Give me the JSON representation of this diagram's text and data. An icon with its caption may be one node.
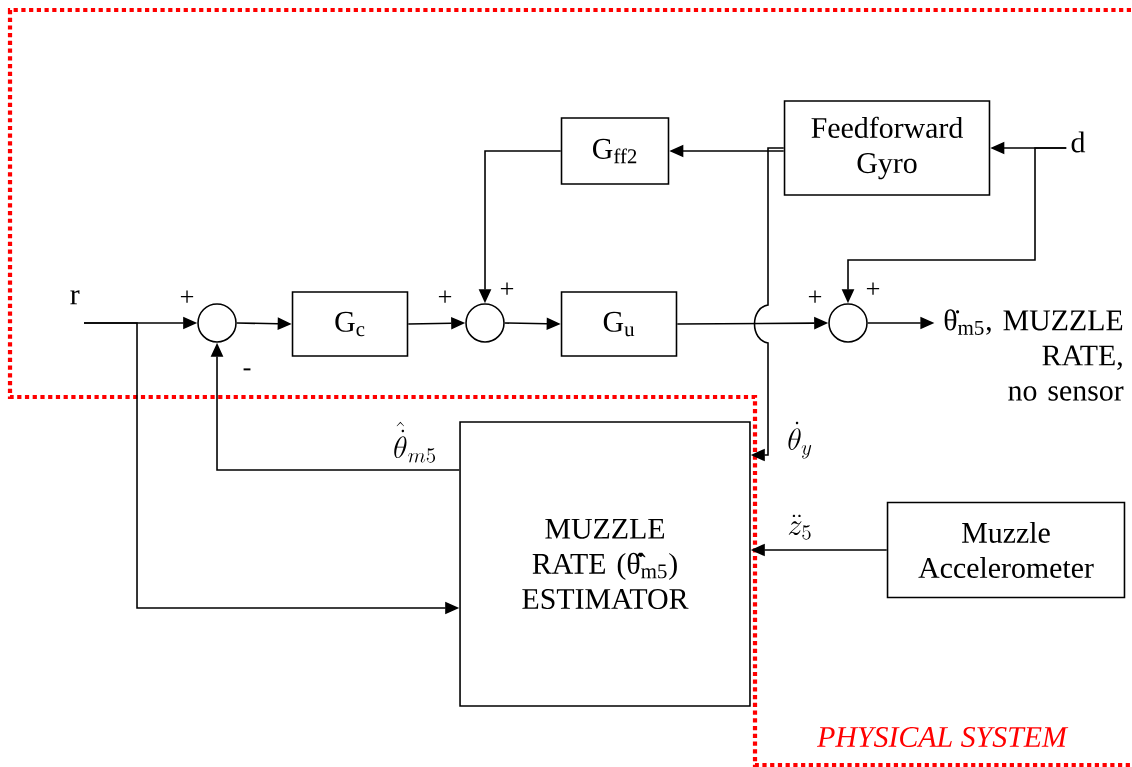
{
  "diagram": {
    "nodes": [
      {
        "text": [
          "r"
        ]
      },
      {
        "text": [],
        "shape": "circle"
      },
      {
        "text": [
          "G$_{c}$"
        ]
      },
      {
        "text": [],
        "shape": "circle"
      },
      {
        "text": [
          "G$_{u}$"
        ]
      },
      {
        "text": [],
        "shape": "circle"
      },
      {
        "text": [
          "θ̇$_{m5}$, MUZZLE RATE, no sensor"
        ]
      },
      {
        "text": [
          "G$_{ff2}$"
        ]
      },
      {
        "text": [
          "Feedforward Gyro"
        ]
      },
      {
        "text": [
          "d"
        ]
      },
      {
        "text": [
          "MUZZLE RATE (θ̇̂$_{m5}$) ESTIMATOR"
        ]
      },
      {
        "text": [
          "Muzzle Accelerometer"
        ]
      }
    ],
    "edges": [
      {
        "from": 0,
        "to": 1,
        "arrow": "to"
      },
      {
        "from": 0,
        "to": 10,
        "arrow": "to"
      },
      {
        "from": 1,
        "to": 2,
        "arrow": "to"
      },
      {
        "from": 2,
        "to": 3,
        "arrow": "to"
      },
      {
        "from": 3,
        "to": 4,
        "arrow": "to"
      },
      {
        "from": 4,
        "to": 5,
        "arrow": "to"
      },
      {
        "from": 5,
        "to": 6,
        "arrow": "to"
      },
      {
        "from": 7,
        "to": 3,
        "arrow": "to"
      },
      {
        "from": 8,
        "to": 7,
        "arrow": "to"
      },
      {
        "from": 8,
        "to": 10,
        "arrow": "to",
        "label": "\\dot{\\theta}_{y}"
      },
      {
        "from": 9,
        "to": 8,
        "arrow": "to"
      },
      {
        "from": 9,
        "to": 5,
        "arrow": "to"
      },
      {
        "from": 10,
        "to": 1,
        "arrow": "to",
        "label": "\\hat{\\dot{\\theta}}_{m5}"
      },
      {
        "from": 11,
        "to": 10,
        "arrow": "to",
        "label": "\\ddot{z}_{5}"
      }
    ],
    "labels": [
      "+",
      "-",
      "+",
      "+",
      "+",
      "+",
      "PHYSICAL SYSTEM"
    ]
  }
}
